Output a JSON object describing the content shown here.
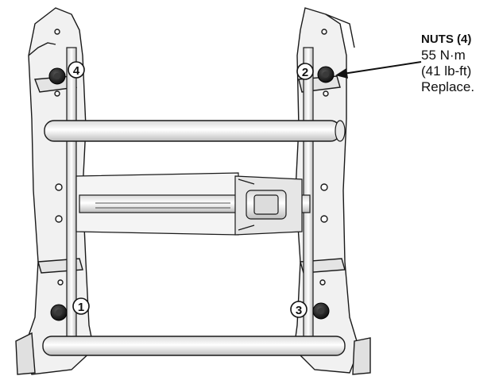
{
  "callout": {
    "title": "NUTS (4)",
    "torque_metric": "55 N·m",
    "torque_imperial": "(41 lb-ft)",
    "note": "Replace."
  },
  "markers": [
    {
      "label": "1"
    },
    {
      "label": "2"
    },
    {
      "label": "3"
    },
    {
      "label": "4"
    }
  ],
  "colors": {
    "line": "#1a1a1a",
    "frame_fill": "#f1f1f1",
    "shade": "#cfcfcf",
    "nut": "#1c1c1c"
  }
}
